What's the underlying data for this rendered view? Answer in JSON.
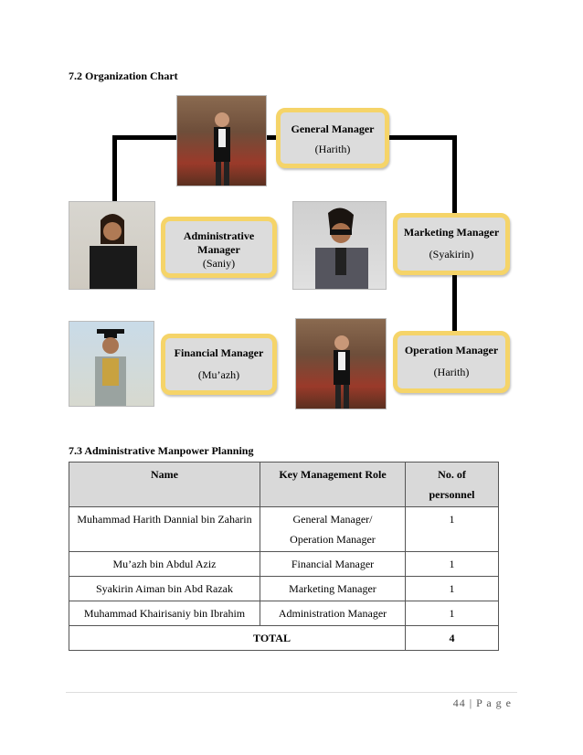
{
  "section_72": {
    "title": "7.2 Organization Chart"
  },
  "org": {
    "general": {
      "title": "General Manager",
      "name": "(Harith)"
    },
    "admin": {
      "title": "Administrative Manager",
      "name": "(Saniy)"
    },
    "marketing": {
      "title": "Marketing Manager",
      "name": "(Syakirin)"
    },
    "financial": {
      "title": "Financial Manager",
      "name": "(Mu’azh)"
    },
    "operation": {
      "title": "Operation Manager",
      "name": "(Harith)"
    }
  },
  "section_73": {
    "title": "7.3 Administrative Manpower Planning"
  },
  "table": {
    "headers": [
      "Name",
      "Key Management Role",
      "No. of personnel"
    ],
    "rows": [
      [
        "Muhammad Harith Dannial bin Zaharin",
        "General Manager/ Operation Manager",
        "1"
      ],
      [
        "Mu’azh bin Abdul Aziz",
        "Financial Manager",
        "1"
      ],
      [
        "Syakirin Aiman bin Abd Razak",
        "Marketing Manager",
        "1"
      ],
      [
        "Muhammad Khairisaniy bin Ibrahim",
        "Administration Manager",
        "1"
      ]
    ],
    "total_label": "TOTAL",
    "total_value": "4"
  },
  "footer": {
    "page": "44 | P a g e"
  },
  "colors": {
    "box_border": "#f5d469",
    "box_fill": "#dcdcdc",
    "header_fill": "#d9d9d9"
  }
}
